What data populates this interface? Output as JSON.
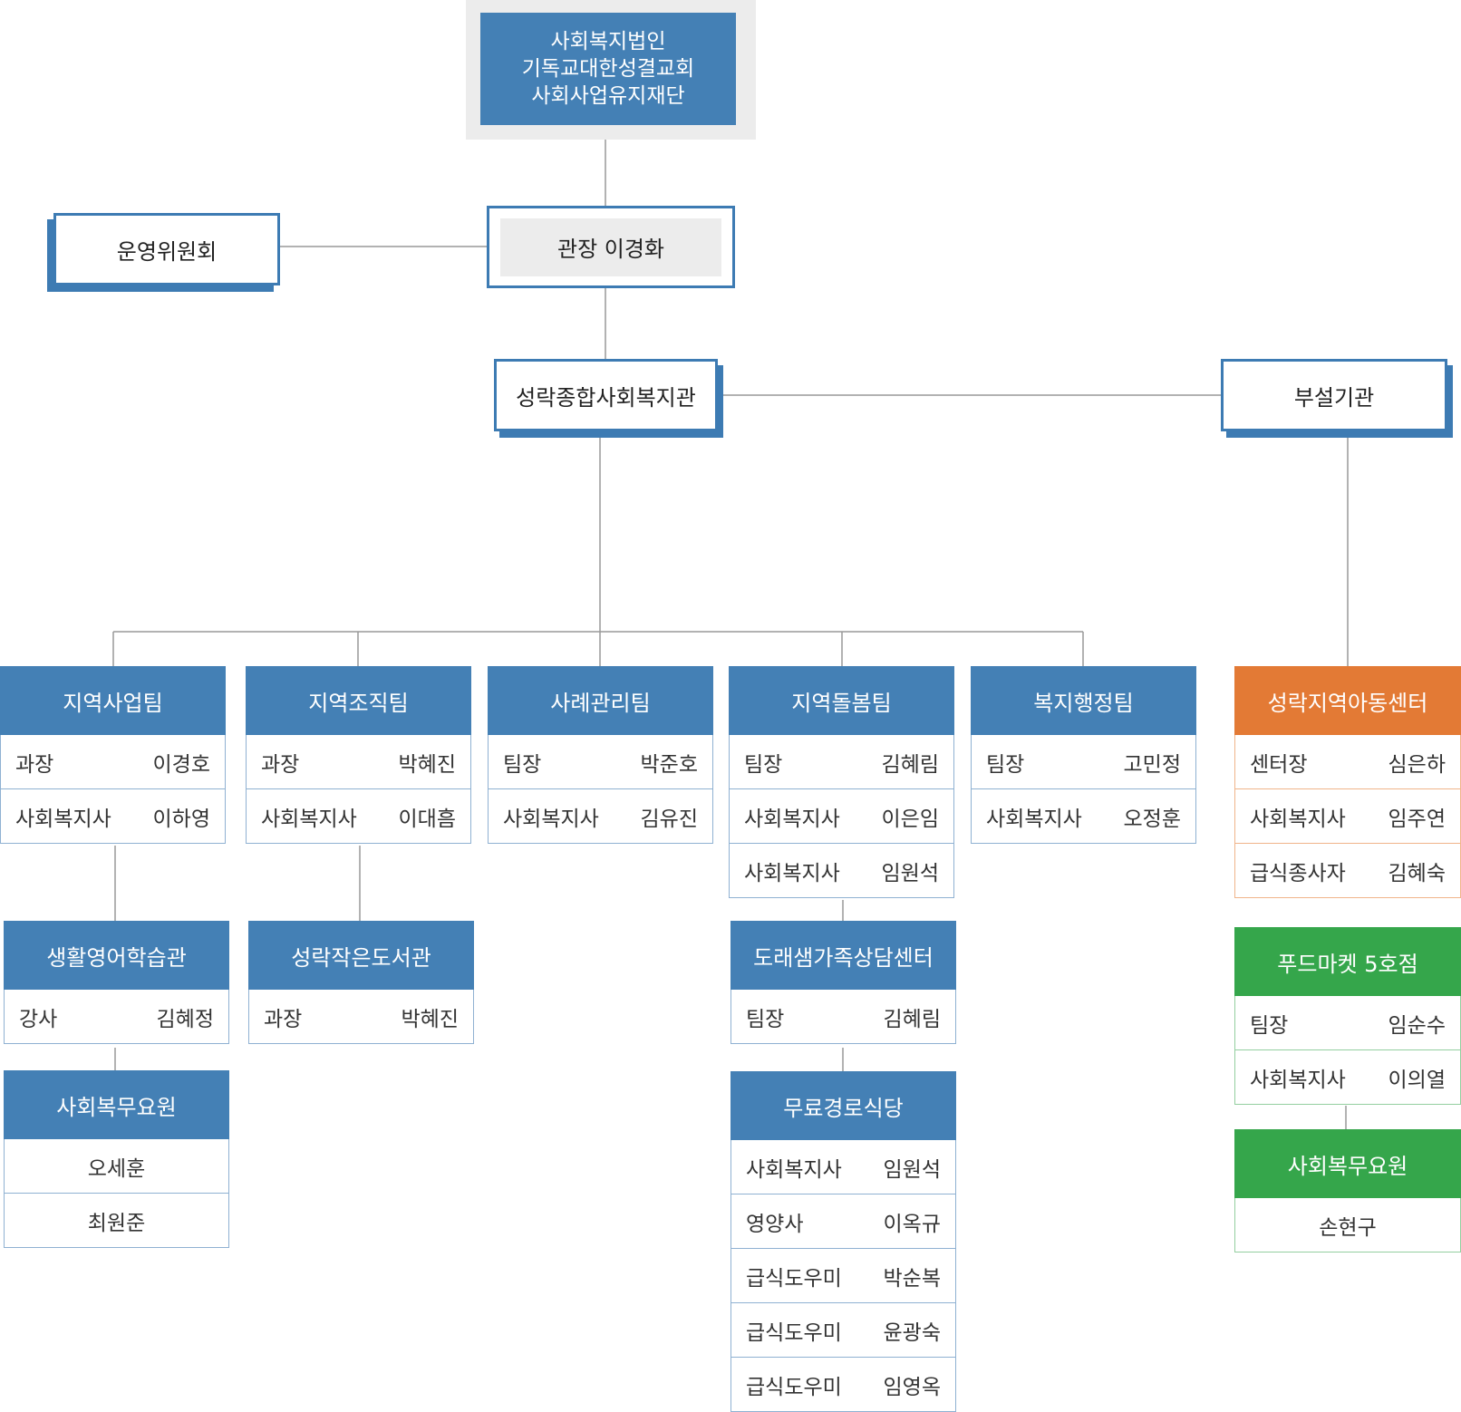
{
  "foundation": {
    "lines": [
      "사회복지법인",
      "기독교대한성결교회",
      "사회사업유지재단"
    ]
  },
  "director": {
    "label": "관장 이경화"
  },
  "committee": {
    "label": "운영위원회"
  },
  "center": {
    "label": "성락종합사회복지관"
  },
  "affiliated": {
    "label": "부설기관"
  },
  "teams": [
    {
      "title": "지역사업팀",
      "rows": [
        [
          "과장",
          "이경호"
        ],
        [
          "사회복지사",
          "이하영"
        ]
      ]
    },
    {
      "title": "지역조직팀",
      "rows": [
        [
          "과장",
          "박혜진"
        ],
        [
          "사회복지사",
          "이대흠"
        ]
      ]
    },
    {
      "title": "사례관리팀",
      "rows": [
        [
          "팀장",
          "박준호"
        ],
        [
          "사회복지사",
          "김유진"
        ]
      ]
    },
    {
      "title": "지역돌봄팀",
      "rows": [
        [
          "팀장",
          "김혜림"
        ],
        [
          "사회복지사",
          "이은임"
        ],
        [
          "사회복지사",
          "임원석"
        ]
      ]
    },
    {
      "title": "복지행정팀",
      "rows": [
        [
          "팀장",
          "고민정"
        ],
        [
          "사회복지사",
          "오정훈"
        ]
      ]
    }
  ],
  "child_center": {
    "title": "성락지역아동센터",
    "rows": [
      [
        "센터장",
        "심은하"
      ],
      [
        "사회복지사",
        "임주연"
      ],
      [
        "급식종사자",
        "김혜숙"
      ]
    ]
  },
  "english": {
    "title": "생활영어학습관",
    "rows": [
      [
        "강사",
        "김혜정"
      ]
    ]
  },
  "library": {
    "title": "성락작은도서관",
    "rows": [
      [
        "과장",
        "박혜진"
      ]
    ]
  },
  "family": {
    "title": "도래샘가족상담센터",
    "rows": [
      [
        "팀장",
        "김혜림"
      ]
    ]
  },
  "service1": {
    "title": "사회복무요원",
    "names": [
      "오세훈",
      "최원준"
    ]
  },
  "meals": {
    "title": "무료경로식당",
    "rows": [
      [
        "사회복지사",
        "임원석"
      ],
      [
        "영양사",
        "이옥규"
      ],
      [
        "급식도우미",
        "박순복"
      ],
      [
        "급식도우미",
        "윤광숙"
      ],
      [
        "급식도우미",
        "임영옥"
      ]
    ]
  },
  "foodmarket": {
    "title": "푸드마켓 5호점",
    "rows": [
      [
        "팀장",
        "임순수"
      ],
      [
        "사회복지사",
        "이의열"
      ]
    ]
  },
  "service2": {
    "title": "사회복무요원",
    "names": [
      "손현구"
    ]
  },
  "colors": {
    "blue": "#4480b5",
    "orange": "#e37a35",
    "green": "#35a64b",
    "line": "#999999"
  }
}
